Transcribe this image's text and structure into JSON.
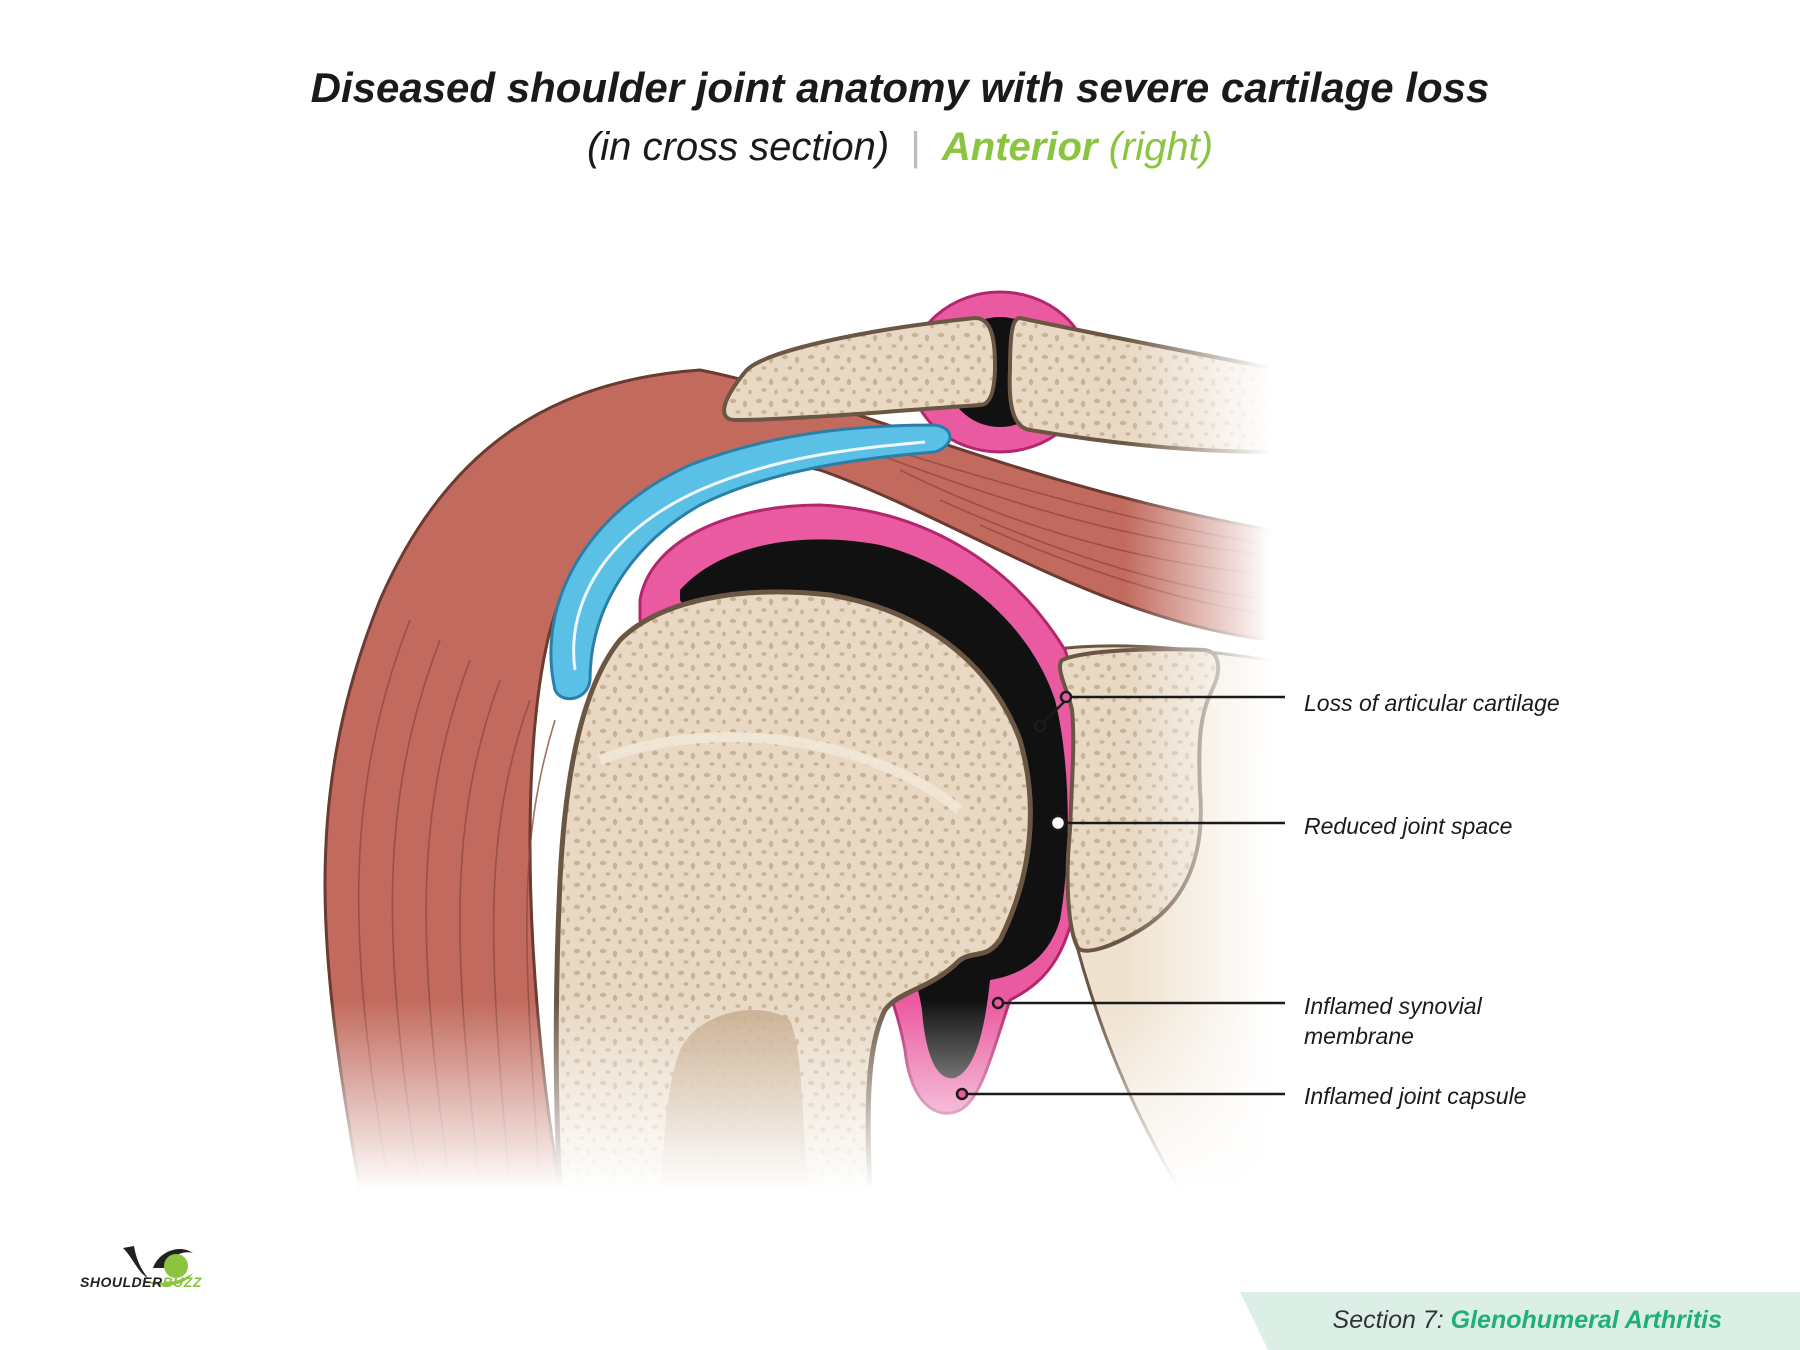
{
  "title": "Diseased shoulder joint anatomy with severe cartilage loss",
  "subtitle": {
    "part1": "(in cross section)",
    "separator": "|",
    "view": "Anterior",
    "side": "(right)"
  },
  "labels": [
    {
      "lines": [
        "Loss of articular cartilage"
      ]
    },
    {
      "lines": [
        "Reduced joint space"
      ]
    },
    {
      "lines": [
        "Inflamed synovial",
        "membrane"
      ]
    },
    {
      "lines": [
        "Inflamed joint capsule"
      ]
    }
  ],
  "logo": {
    "brand_dark": "SHOULDER",
    "brand_light": "BUZZ",
    "icon": "shoulder-figure-icon"
  },
  "footer": {
    "section": "Section 7:",
    "name": "Glenohumeral Arthritis"
  },
  "colors": {
    "muscle": "#c26a5d",
    "bone": "#e8d8c4",
    "bone_pores": "#c9b294",
    "bursa": "#5bc0e6",
    "capsule": "#ea5aa0",
    "joint_space": "#111111",
    "accent": "#8bc53f",
    "footer_bg": "#dcefe6",
    "footer_accent": "#1fb07a"
  }
}
